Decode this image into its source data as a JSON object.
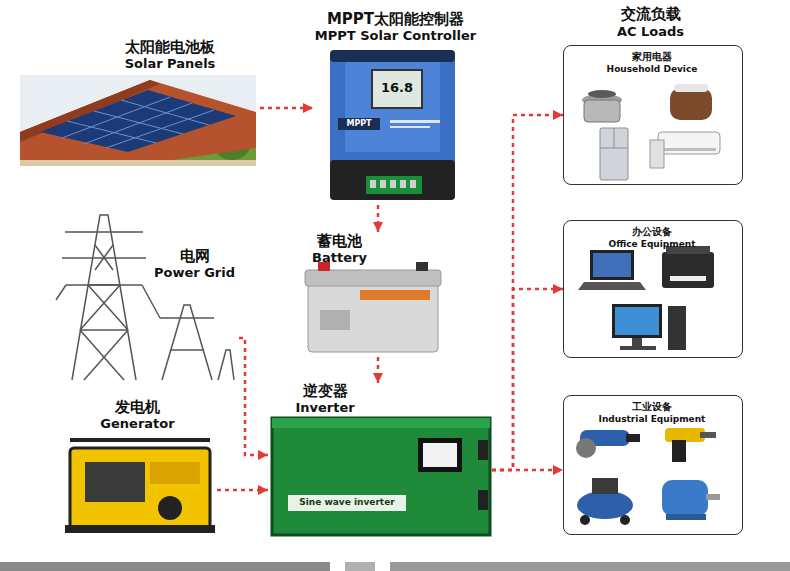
{
  "diagram": {
    "nodes": [
      {
        "text": [
          "太阳能电池板",
          "Solar Panels"
        ]
      },
      {
        "text": [
          "MPPT太阳能控制器",
          "MPPT Solar Controller"
        ]
      },
      {
        "text": [
          "家用电器",
          "Household Device"
        ]
      },
      {
        "text": [
          "电网",
          "Power Grid"
        ]
      },
      {
        "text": [
          "蓄电池",
          "Battery"
        ]
      },
      {
        "text": [
          "办公设备",
          "Office Equipment"
        ]
      },
      {
        "text": [
          "发电机",
          "Generator"
        ]
      },
      {
        "text": [
          "逆变器",
          "Inverter"
        ]
      },
      {
        "text": [
          "工业设备",
          "Industrial Equipment"
        ]
      }
    ],
    "edges": [
      {
        "from": 0,
        "to": 1,
        "arrow": "to"
      },
      {
        "from": 1,
        "to": 4,
        "arrow": "to"
      },
      {
        "from": 4,
        "to": 7,
        "arrow": "to"
      },
      {
        "from": 3,
        "to": 7,
        "arrow": "to"
      },
      {
        "from": 6,
        "to": 7,
        "arrow": "to"
      },
      {
        "from": 7,
        "to": 2,
        "arrow": "to"
      },
      {
        "from": 7,
        "to": 5,
        "arrow": "to"
      },
      {
        "from": 7,
        "to": 8,
        "arrow": "to"
      }
    ],
    "labels": [
      "交流负载",
      "AC Loads",
      "16.8",
      "MPPT",
      "Sine wave inverter"
    ]
  }
}
